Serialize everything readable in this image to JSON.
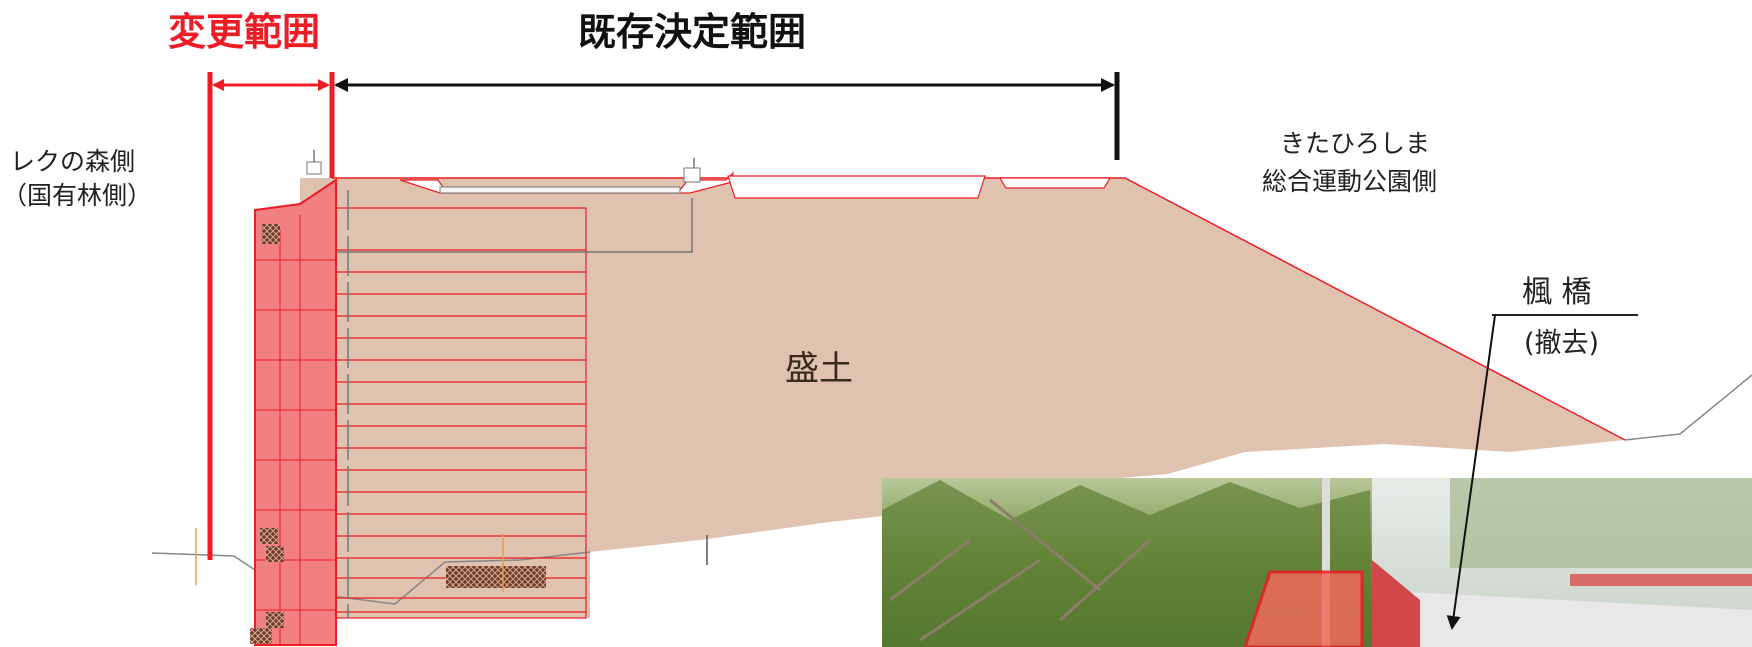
{
  "labels": {
    "change_range": "変更範囲",
    "existing_range": "既存決定範囲",
    "left_side": [
      "レクの森側",
      "（国有林側）"
    ],
    "right_side": [
      "きたひろしま",
      "総合運動公園側"
    ],
    "fill": "盛土",
    "bridge": "楓 橋",
    "bridge_note": "(撤去)"
  },
  "colors": {
    "accent_red": "#ee1c24",
    "fill_earth": "#dfc3b0",
    "wall_red": "#f28080",
    "dimension_black": "#111111"
  }
}
